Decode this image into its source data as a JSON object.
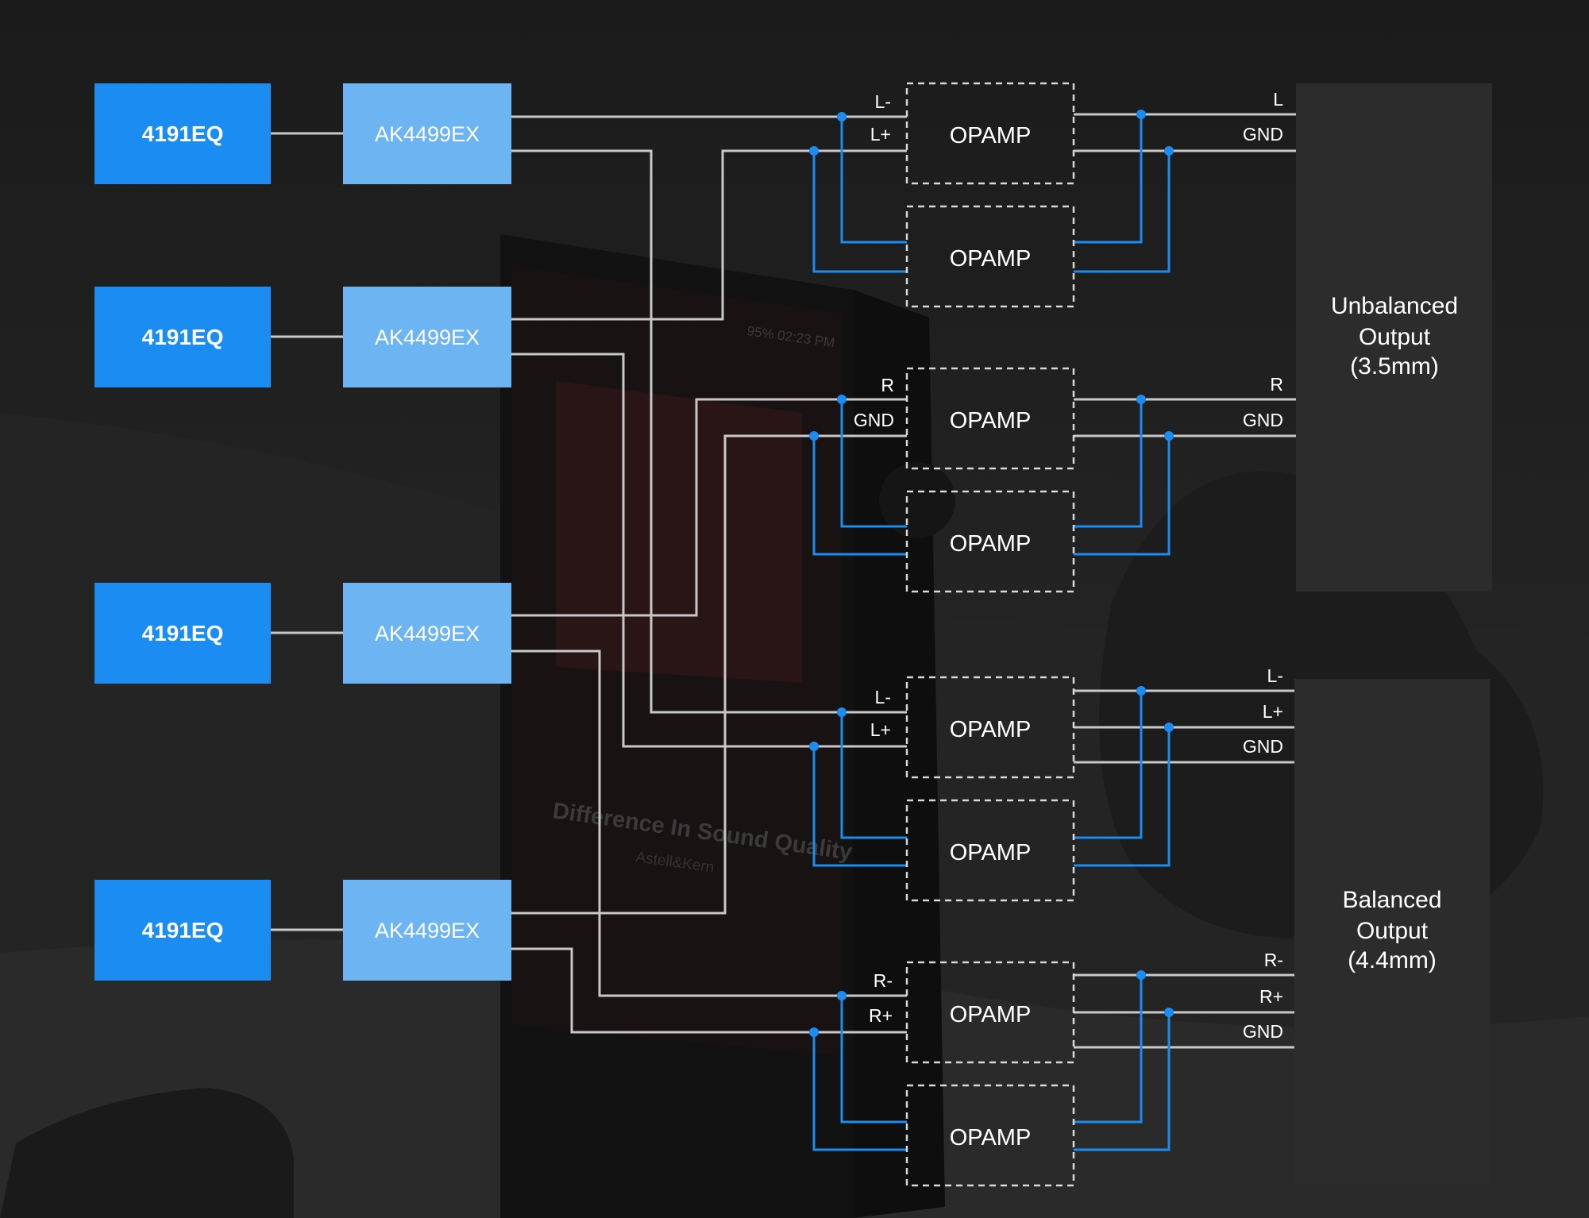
{
  "colors": {
    "background": "#1e1e1e",
    "eq_block": "#1a8cf2",
    "dac_block": "#6cb4f2",
    "wire_white": "#c8c8c8",
    "wire_blue": "#1a8cf2",
    "opamp_border": "#d8d8d8",
    "output_panel": "#2c2c2c",
    "text": "#ffffff"
  },
  "labels": {
    "eq": "4191EQ",
    "dac": "AK4499EX",
    "opamp": "OPAMP"
  },
  "outputs": {
    "unbalanced": [
      "Unbalanced",
      "Output",
      "(3.5mm)"
    ],
    "balanced": [
      "Balanced",
      "Output",
      "(4.4mm)"
    ]
  },
  "signals": {
    "se_left_in": [
      "L-",
      "L+"
    ],
    "se_right_in": [
      "R",
      "GND"
    ],
    "bal_left_in": [
      "L-",
      "L+"
    ],
    "bal_right_in": [
      "R-",
      "R+"
    ],
    "se_left_out": [
      "L",
      "GND"
    ],
    "se_right_out": [
      "R",
      "GND"
    ],
    "bal_left_out": [
      "L-",
      "L+",
      "GND"
    ],
    "bal_right_out": [
      "R-",
      "R+",
      "GND"
    ]
  },
  "background_screen_text": {
    "status": "95%  02:23 PM",
    "track_title": "Difference In Sound Quality",
    "artist": "Astell&Kern"
  }
}
